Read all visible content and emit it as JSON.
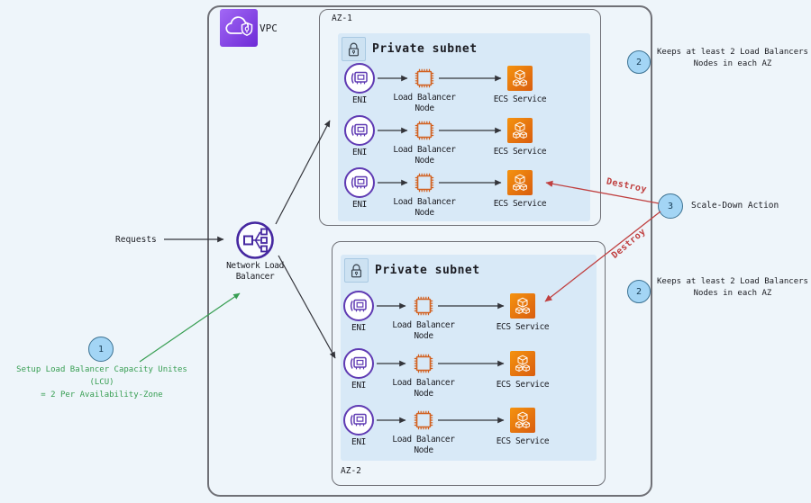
{
  "vpc": {
    "label": "VPC"
  },
  "requests_label": "Requests",
  "nlb": {
    "line1": "Network Load",
    "line2": "Balancer"
  },
  "azs": [
    {
      "name": "AZ-1",
      "subnet": "Private subnet",
      "rows": [
        {
          "eni": "ENI",
          "lb1": "Load Balancer",
          "lb2": "Node",
          "ecs": "ECS Service"
        },
        {
          "eni": "ENI",
          "lb1": "Load Balancer",
          "lb2": "Node",
          "ecs": "ECS Service"
        },
        {
          "eni": "ENI",
          "lb1": "Load Balancer",
          "lb2": "Node",
          "ecs": "ECS Service"
        }
      ]
    },
    {
      "name": "AZ-2",
      "subnet": "Private subnet",
      "rows": [
        {
          "eni": "ENI",
          "lb1": "Load Balancer",
          "lb2": "Node",
          "ecs": "ECS Service"
        },
        {
          "eni": "ENI",
          "lb1": "Load Balancer",
          "lb2": "Node",
          "ecs": "ECS Service"
        },
        {
          "eni": "ENI",
          "lb1": "Load Balancer",
          "lb2": "Node",
          "ecs": "ECS Service"
        }
      ]
    }
  ],
  "annotations": {
    "badge1": "1",
    "note1_line1": "Setup Load Balancer Capacity Unites (LCU)",
    "note1_line2": "= 2 Per Availability-Zone",
    "badge2": "2",
    "note2_line1": "Keeps at least 2 Load Balancers",
    "note2_line2": "Nodes in each AZ",
    "badge3": "3",
    "note3": "Scale-Down Action",
    "destroy": "Destroy"
  },
  "colors": {
    "purple": "#5f3ab3",
    "nlb_purple": "#4527a0",
    "chip_orange": "#d2601f",
    "ecs_orange": "#ec7211",
    "destroy_red": "#c04040",
    "note_green": "#379e52",
    "badge_fill": "#a3d5f5",
    "subnet_bg": "#d8e9f7"
  }
}
